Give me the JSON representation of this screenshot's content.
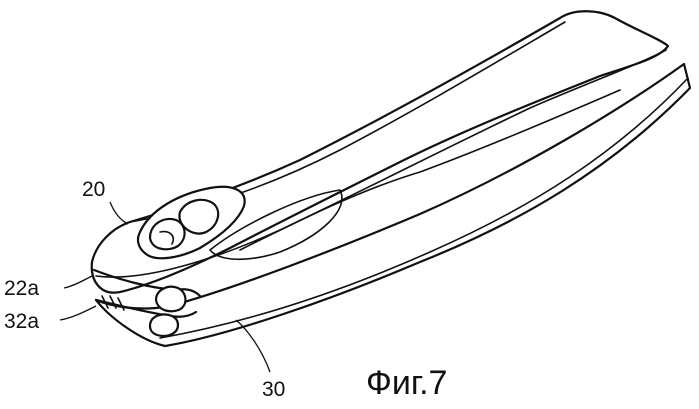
{
  "figure": {
    "caption": "Фиг.7",
    "labels": {
      "ref_20": "20",
      "ref_22a": "22a",
      "ref_32a": "32a",
      "ref_30": "30"
    }
  }
}
